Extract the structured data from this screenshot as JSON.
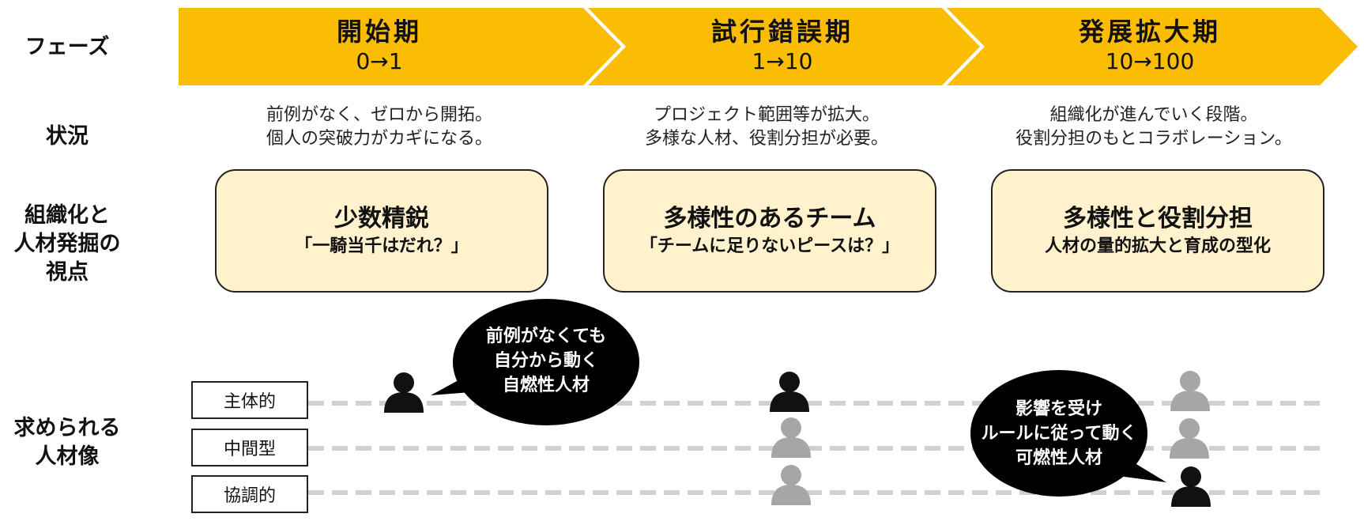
{
  "row_labels": {
    "phase": "フェーズ",
    "situation": "状況",
    "org": "組織化と\n人材発掘の\n視点",
    "talent": "求められる\n人材像"
  },
  "phases": [
    {
      "title": "開始期",
      "range": "0→1",
      "situation_line1": "前例がなく、ゼロから開拓。",
      "situation_line2": "個人の突破力がカギになる。",
      "org_title": "少数精鋭",
      "org_subtitle": "「一騎当千はだれ？」"
    },
    {
      "title": "試行錯誤期",
      "range": "1→10",
      "situation_line1": "プロジェクト範囲等が拡大。",
      "situation_line2": "多様な人材、役割分担が必要。",
      "org_title": "多様性のあるチーム",
      "org_subtitle": "「チームに足りないピースは？」"
    },
    {
      "title": "発展拡大期",
      "range": "10→100",
      "situation_line1": "組織化が進んでいく段階。",
      "situation_line2": "役割分担のもとコラボレーション。",
      "org_title": "多様性と役割分担",
      "org_subtitle": "人材の量的拡大と育成の型化"
    }
  ],
  "talent_types": [
    "主体的",
    "中間型",
    "協調的"
  ],
  "bubbles": {
    "left": "前例がなくても\n自分から動く\n自燃性人材",
    "right": "影響を受け\nルールに従って動く\n可燃性人材"
  },
  "people": {
    "phase1": {
      "主体的": "active"
    },
    "phase2": {
      "主体的": "active",
      "中間型": "muted",
      "協調的": "muted"
    },
    "phase3": {
      "主体的": "muted",
      "中間型": "muted",
      "協調的": "active"
    }
  },
  "colors": {
    "phase_banner": "#fbbc04",
    "org_box": "#fff2cc",
    "person_active": "#111111",
    "person_muted": "#a6a6a6",
    "dashed_line": "#d0d0d0",
    "bubble": "#000000"
  }
}
